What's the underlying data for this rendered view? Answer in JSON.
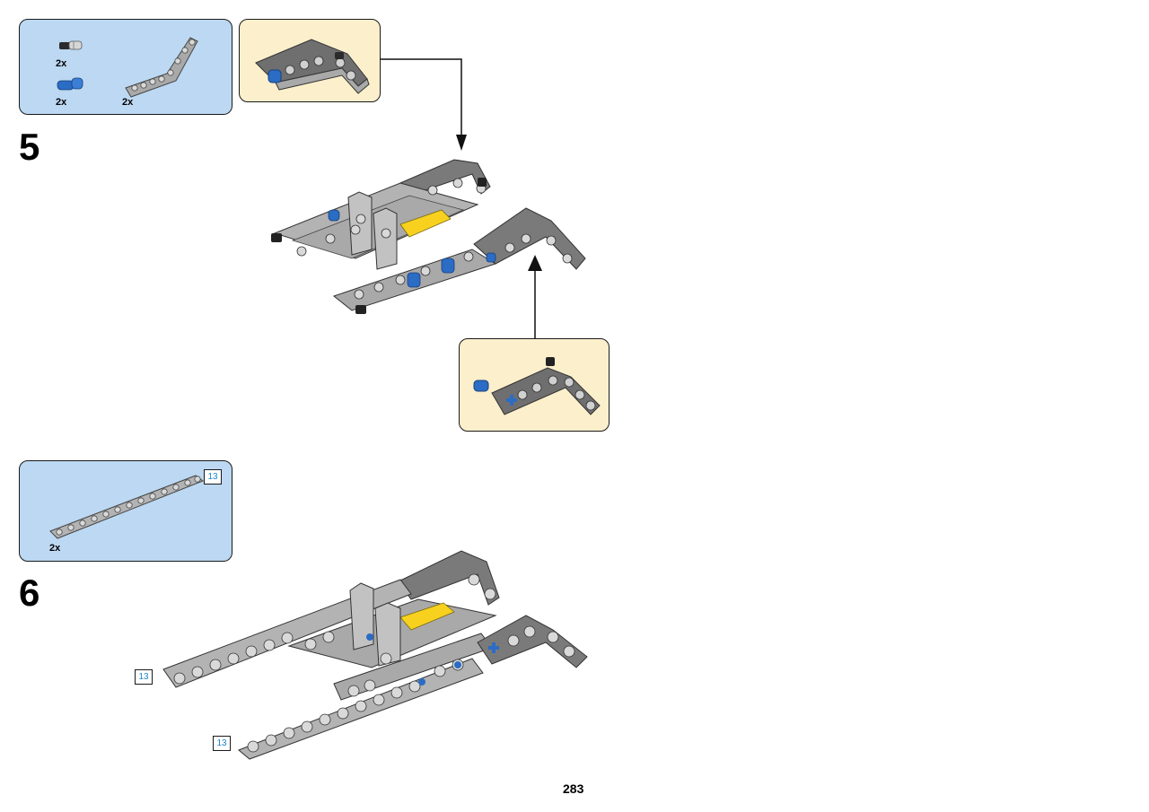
{
  "step5": {
    "number": "5",
    "parts": [
      {
        "quantity": "2x",
        "part": "friction-pin-with-axle-gray"
      },
      {
        "quantity": "2x",
        "part": "friction-pin-blue"
      },
      {
        "quantity": "2x",
        "part": "bent-liftarm-gray"
      }
    ]
  },
  "step6": {
    "number": "6",
    "parts": [
      {
        "quantity": "2x",
        "part": "straight-liftarm-13",
        "length_label": "13"
      }
    ],
    "callouts": [
      "13",
      "13"
    ]
  },
  "page": {
    "number": "283"
  },
  "colors": {
    "parts_panel": "#bcd8f2",
    "subassembly_panel": "#fcefcc",
    "beam_gray": "#a9a9a9",
    "dark_gray": "#6f6f6f",
    "pin_blue": "#2b6cc4",
    "accent_yellow": "#f7d11e",
    "length_label": "#1a86c8"
  }
}
